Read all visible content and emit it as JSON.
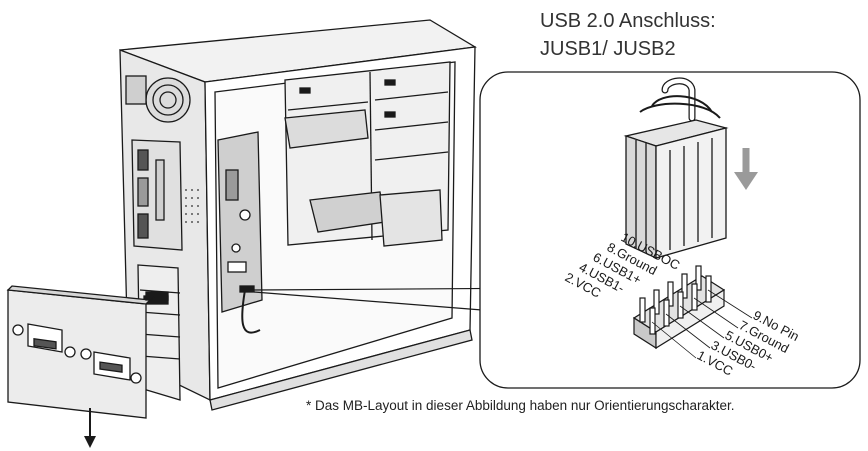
{
  "header": {
    "title_line1": "USB 2.0 Anschluss:",
    "title_line2": "JUSB1/ JUSB2"
  },
  "pins": {
    "upper_row": [
      "10.USBOC",
      "8.Ground",
      "6.USB1+",
      "4.USB1-",
      "2.VCC"
    ],
    "lower_row": [
      "9.No Pin",
      "7.Ground",
      "5.USB0+",
      "3.USB0-",
      "1.VCC"
    ]
  },
  "footnote": "* Das MB-Layout in dieser Abbildung haben nur Orientierungscharakter.",
  "icons": [
    "pc-case-illustration",
    "front-usb-bracket-illustration",
    "usb-header-connector-illustration",
    "pin-header-illustration",
    "down-arrow-icon"
  ],
  "colors": {
    "line": "#1a1a1a",
    "gray_fill": "#cfcfcf",
    "light_fill": "#eeeeee",
    "dark_fill": "#555555"
  }
}
